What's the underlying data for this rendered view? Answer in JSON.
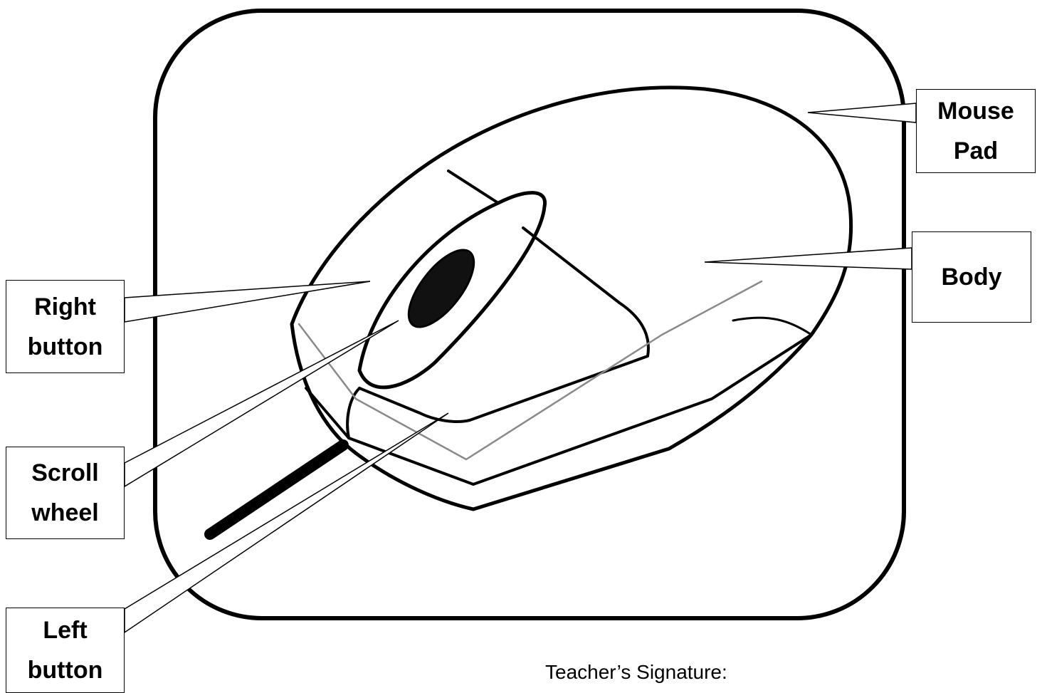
{
  "diagram": {
    "labels": {
      "mouse_pad": [
        "Mouse",
        "Pad"
      ],
      "body": "Body",
      "right_button": [
        "Right",
        "button"
      ],
      "scroll_wheel": [
        "Scroll",
        "wheel"
      ],
      "left_button": [
        "Left",
        "button"
      ]
    },
    "signature_label": "Teacher’s Signature:"
  },
  "colors": {
    "line": "#000000",
    "background": "#ffffff",
    "inner_line": "#8a8a8a"
  }
}
